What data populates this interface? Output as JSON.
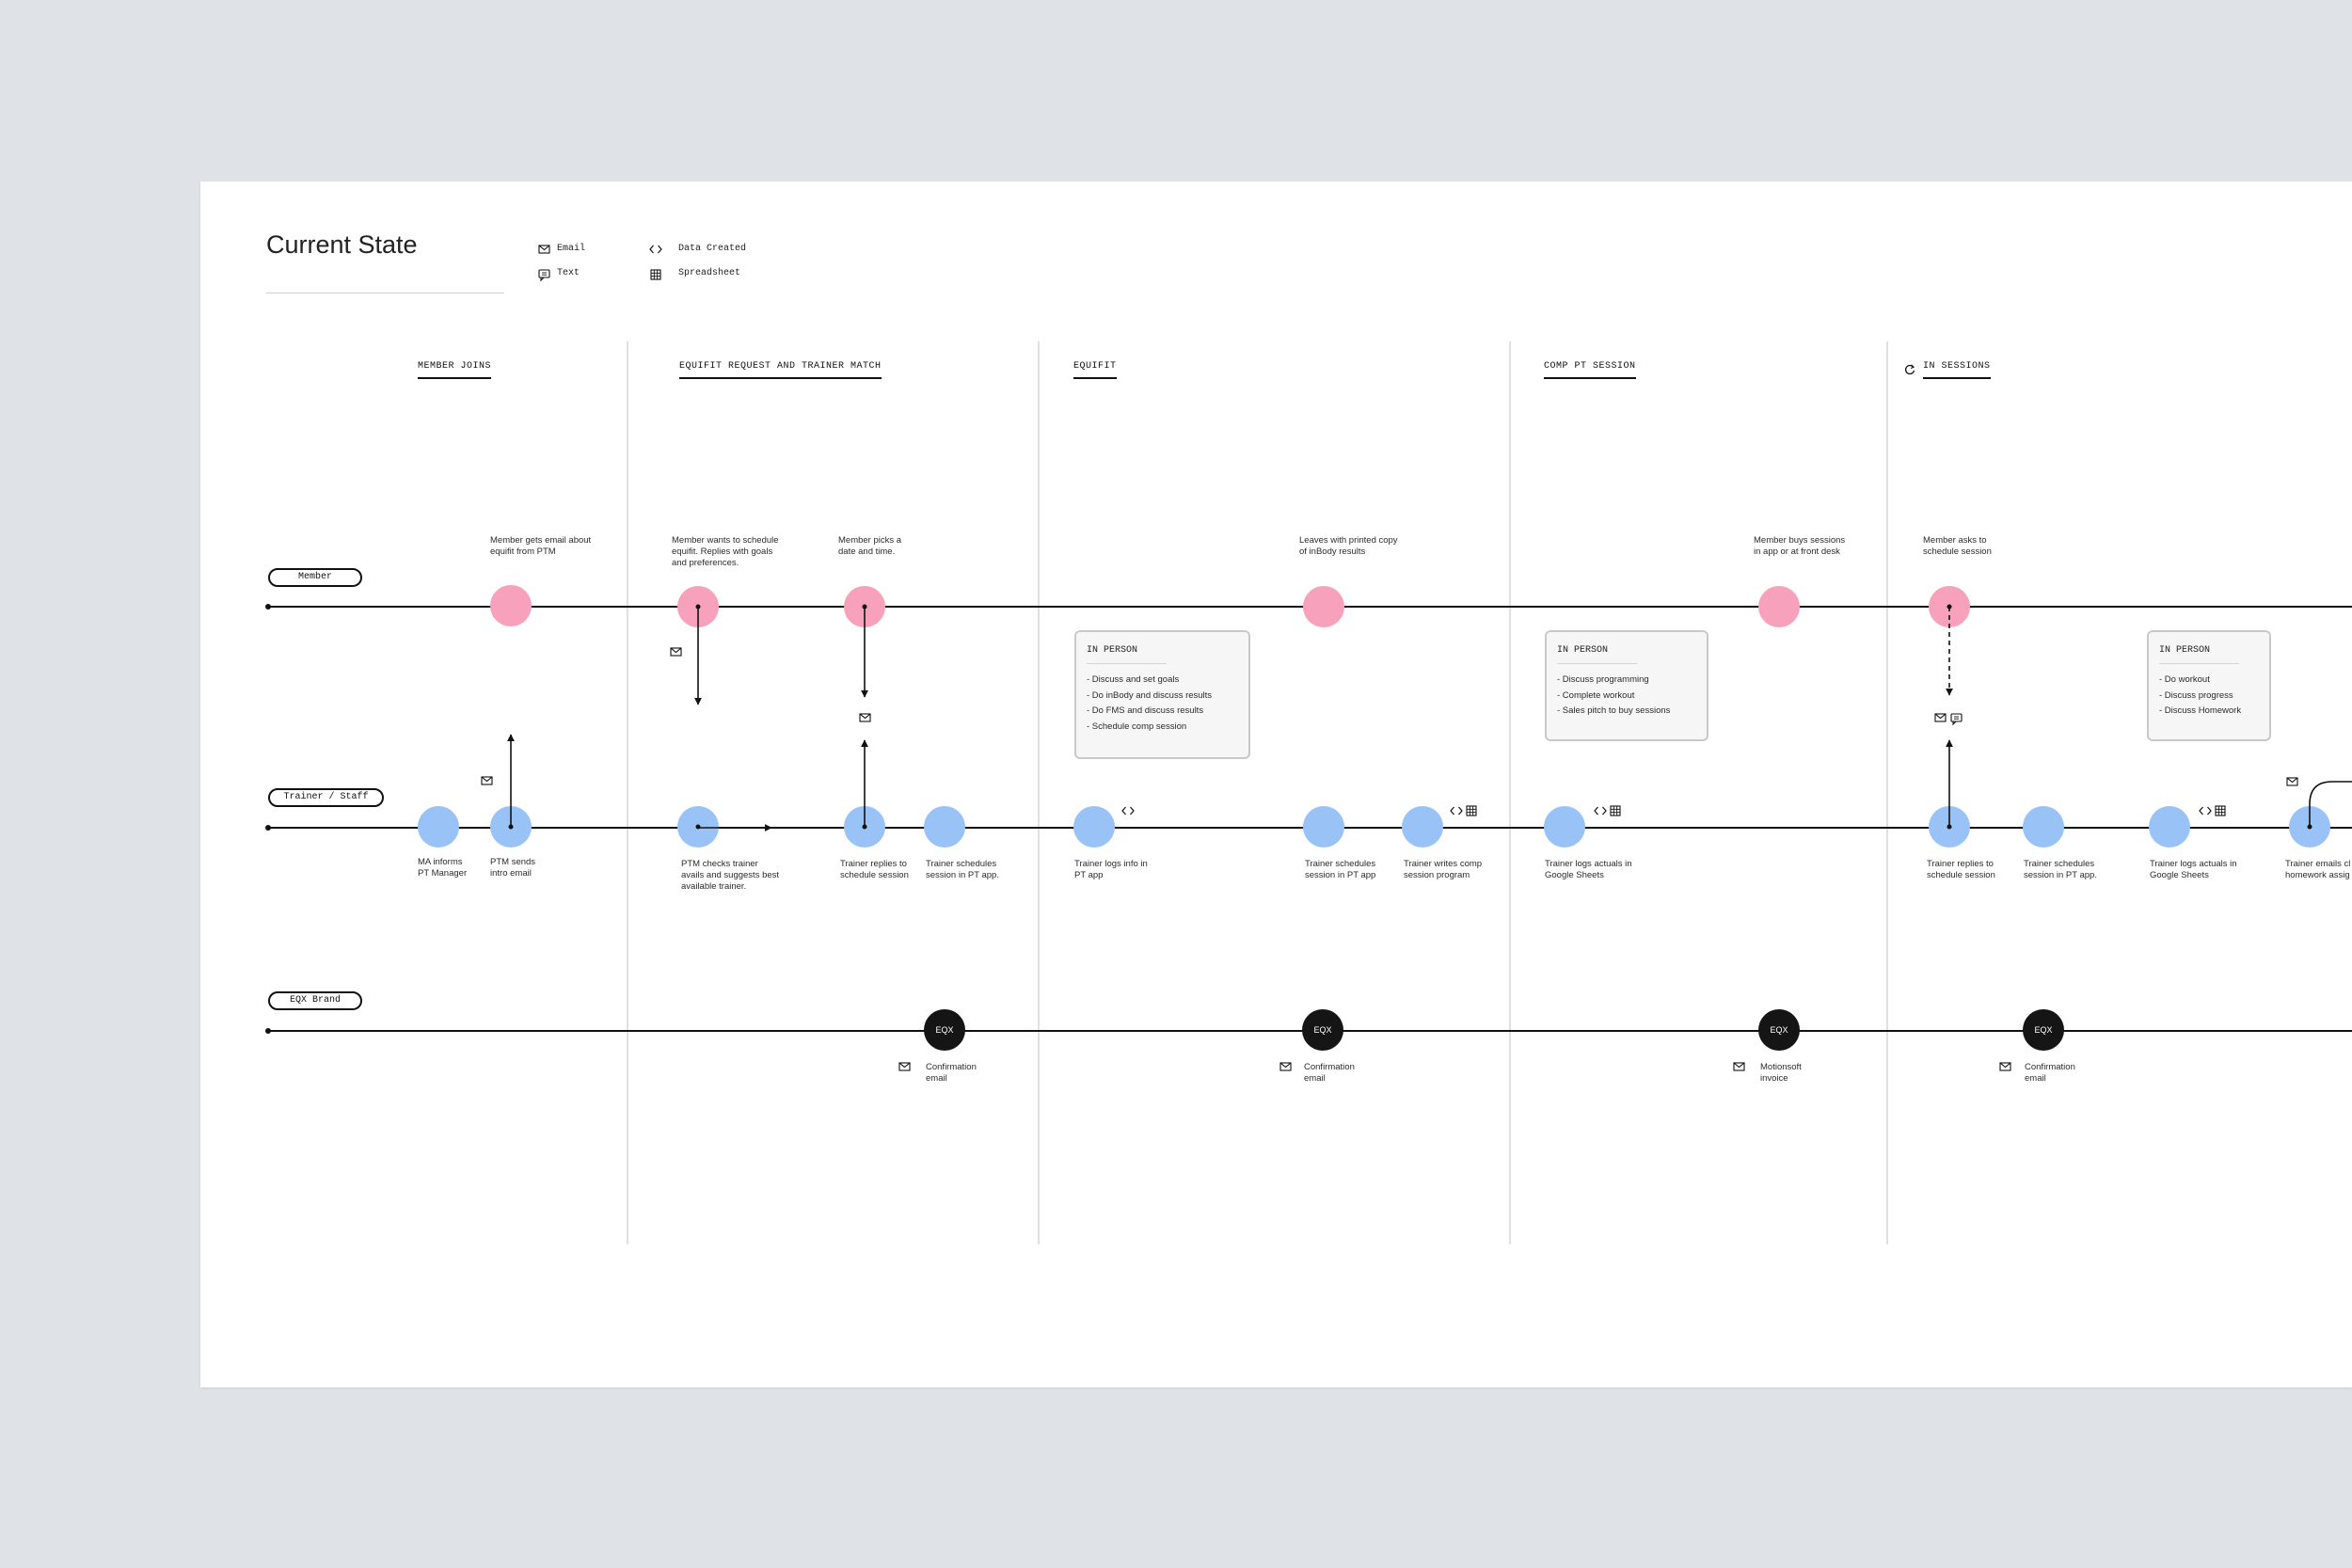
{
  "title": "Current State",
  "legend": [
    {
      "icon": "email-icon",
      "label": "Email"
    },
    {
      "icon": "text-message-icon",
      "label": "Text"
    },
    {
      "icon": "code-brackets-icon",
      "label": "Data Created"
    },
    {
      "icon": "spreadsheet-icon",
      "label": "Spreadsheet"
    }
  ],
  "phases": [
    {
      "label": "MEMBER JOINS"
    },
    {
      "label": "EQUIFIT REQUEST AND TRAINER MATCH"
    },
    {
      "label": "EQUIFIT"
    },
    {
      "label": "COMP PT SESSION"
    },
    {
      "label": "IN SESSIONS",
      "icon": "refresh-icon"
    }
  ],
  "lanes": [
    {
      "label": "Member"
    },
    {
      "label": "Trainer / Staff"
    },
    {
      "label": "EQX Brand"
    }
  ],
  "member_steps": [
    {
      "text": "Member gets email about equifit from PTM"
    },
    {
      "text": "Member wants to schedule equifit. Replies with goals and preferences."
    },
    {
      "text": "Member picks a date and time."
    },
    {
      "text": "Leaves with printed copy of inBody results"
    },
    {
      "text": "Member buys sessions in app or at front desk"
    },
    {
      "text": "Member asks to schedule session"
    }
  ],
  "trainer_steps": [
    {
      "text": "MA informs PT Manager"
    },
    {
      "text": "PTM sends intro email"
    },
    {
      "text": "PTM checks trainer avails and suggests best available trainer."
    },
    {
      "text": "Trainer replies to schedule session"
    },
    {
      "text": "Trainer schedules session in PT app."
    },
    {
      "text": "Trainer logs info in PT app"
    },
    {
      "text": "Trainer schedules session in PT app"
    },
    {
      "text": "Trainer writes comp session program"
    },
    {
      "text": "Trainer logs actuals in Google Sheets"
    },
    {
      "text": "Trainer replies to schedule session"
    },
    {
      "text": "Trainer schedules session in PT app."
    },
    {
      "text": "Trainer logs actuals in Google Sheets"
    },
    {
      "text": "Trainer emails cl homework assig"
    }
  ],
  "brand_steps": [
    {
      "node": "EQX",
      "text": "Confirmation email"
    },
    {
      "node": "EQX",
      "text": "Confirmation email"
    },
    {
      "node": "EQX",
      "text": "Motionsoft invoice"
    },
    {
      "node": "EQX",
      "text": "Confirmation email"
    }
  ],
  "in_person_boxes": [
    {
      "title": "IN PERSON",
      "items": [
        "- Discuss and set goals",
        "- Do inBody and discuss results",
        "- Do FMS and discuss results",
        "- Schedule comp session"
      ]
    },
    {
      "title": "IN PERSON",
      "items": [
        "- Discuss programming",
        "- Complete workout",
        "- Sales pitch to buy sessions"
      ]
    },
    {
      "title": "IN PERSON",
      "items": [
        "- Do workout",
        "- Discuss progress",
        "- Discuss Homework"
      ]
    }
  ],
  "colors": {
    "background": "#dfe2e6",
    "card": "#ffffff",
    "member_node": "#f7a1bd",
    "trainer_node": "#99c3f6",
    "brand_node": "#151515",
    "line": "#111111",
    "divider": "#d6d6d6"
  }
}
